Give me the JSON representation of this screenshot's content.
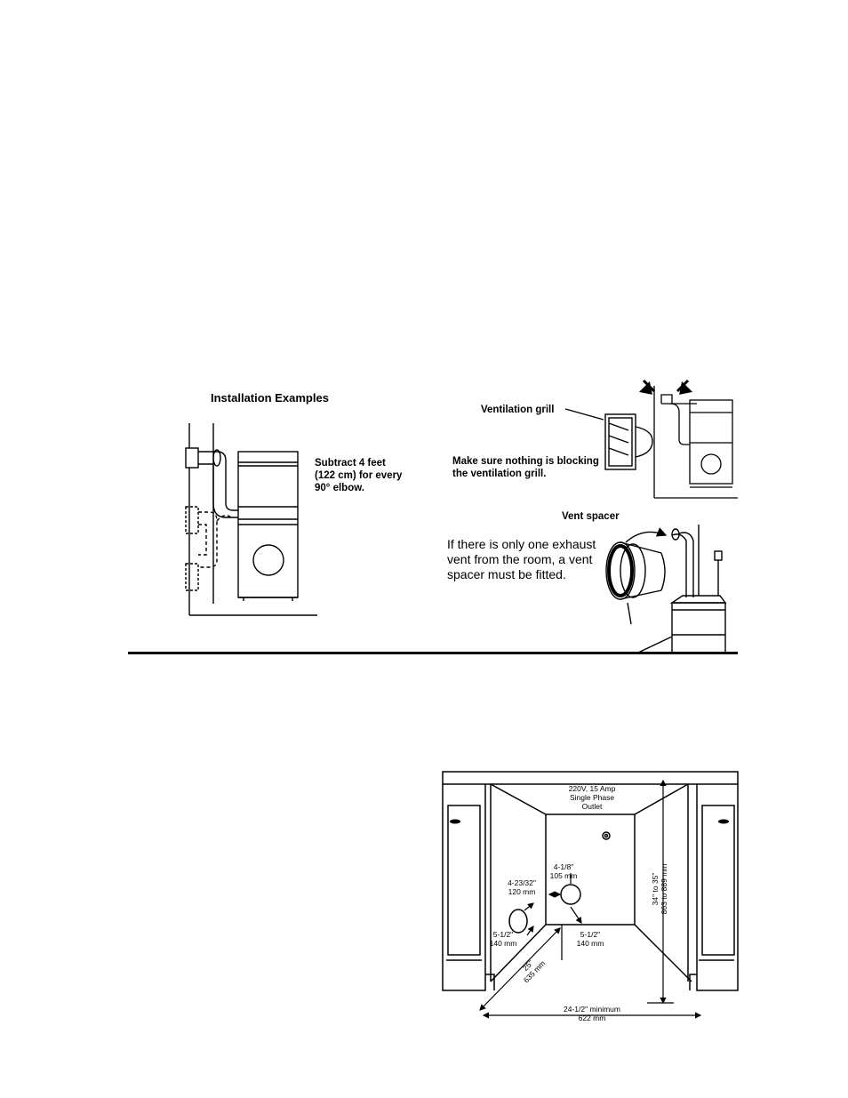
{
  "installation_figure": {
    "heading": "Installation Examples",
    "elbow_note": [
      "Subtract 4 feet",
      "(122 cm) for every",
      "90° elbow."
    ],
    "grill_label": "Ventilation grill",
    "grill_note": [
      "Make sure nothing is blocking",
      "the ventilation grill."
    ],
    "spacer_label": "Vent spacer",
    "spacer_note": [
      "If there is only one exhaust",
      "vent from the room, a vent",
      "spacer must be fitted."
    ]
  },
  "alcove_figure": {
    "outlet_label": [
      "220V, 15 Amp",
      "Single Phase",
      "Outlet"
    ],
    "dim_4_1_8": [
      "4-1/8\"",
      "105 mm"
    ],
    "dim_4_23_32": [
      "4-23/32\"",
      "120 mm"
    ],
    "dim_5_1_2_left": [
      "5-1/2\"",
      "140 mm"
    ],
    "dim_5_1_2_right": [
      "5-1/2\"",
      "140 mm"
    ],
    "dim_depth": [
      "25\"",
      "635 mm"
    ],
    "dim_width": [
      "24-1/2\" minimum",
      "622 mm"
    ],
    "dim_height": [
      "34\" to 35\"",
      "863 to 889 mm"
    ]
  }
}
